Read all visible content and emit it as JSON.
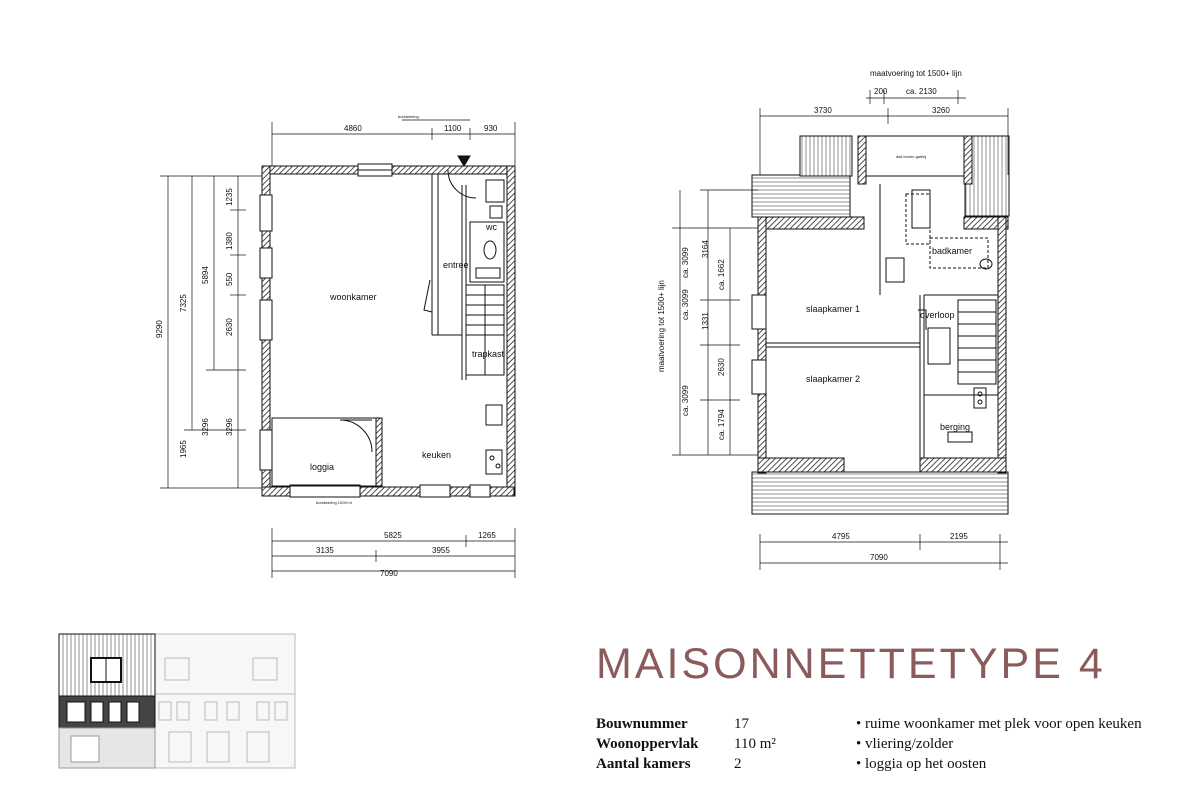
{
  "title": "MAISONNETTETYPE 4",
  "info": {
    "rows": [
      {
        "label": "Bouwnummer",
        "value": "17"
      },
      {
        "label": "Woonoppervlak",
        "value": "110 m²"
      },
      {
        "label": "Aantal kamers",
        "value": "2"
      }
    ],
    "features": [
      "• ruime woonkamer met plek voor open keuken",
      "• vliering/zolder",
      "• loggia op het oosten"
    ]
  },
  "ground_floor": {
    "rooms": {
      "woonkamer": "woonkamer",
      "entree": "entree",
      "wc": "wc",
      "trapkast": "trapkast",
      "keuken": "keuken",
      "loggia": "loggia"
    },
    "dims_top": [
      "4860",
      "1100",
      "930"
    ],
    "dims_left": [
      "9290",
      "7325",
      "5894",
      "1235",
      "1380",
      "550",
      "2630",
      "3296",
      "3296",
      "1965"
    ],
    "dims_bottom": [
      "5825",
      "1265",
      "3135",
      "3955",
      "7090"
    ],
    "tiny_labels": [
      "borstwering",
      "borstwering 1000+vl"
    ]
  },
  "first_floor": {
    "rooms": {
      "slaapkamer1": "slaapkamer 1",
      "slaapkamer2": "slaapkamer 2",
      "badkamer": "badkamer",
      "overloop": "overloop",
      "berging": "berging"
    },
    "dims_top": [
      "maatvoering tot 1500+ lijn",
      "200",
      "ca. 2130",
      "3730",
      "3260"
    ],
    "dims_left": [
      "maatvoering tot 1500+ lijn",
      "ca. 3099",
      "ca. 3099",
      "3164",
      "ca. 1662",
      "1331",
      "2630",
      "ca. 3099",
      "ca. 1794"
    ],
    "dims_bottom": [
      "4795",
      "2195",
      "7090"
    ],
    "tiny_labels": [
      "dak boven galerij"
    ]
  },
  "colors": {
    "title": "#8b5a5a",
    "lines": "#111111"
  }
}
